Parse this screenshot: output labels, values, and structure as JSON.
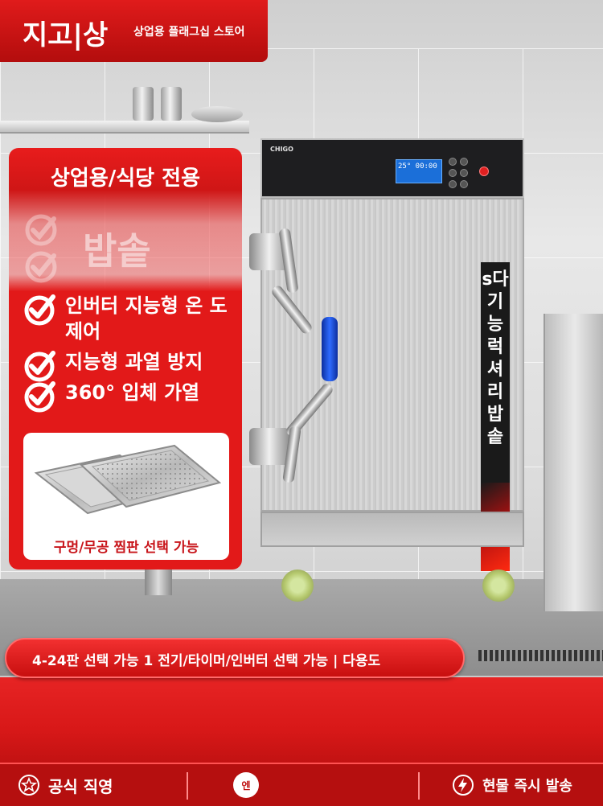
{
  "header": {
    "brand": "지고|상",
    "subtitle": "상업용 플래그십 스토어"
  },
  "appliance": {
    "brand_label": "CHIGO",
    "display_readout": "25° 00:00",
    "vertical_label": "s다기능럭셔리밥솥"
  },
  "card": {
    "headline": "상업용/식당 전용",
    "product_name": "밥솥",
    "features": [
      "인버터 지능형 온 도 제어",
      "지능형 과열 방지",
      "360° 입체 가열"
    ],
    "tray_caption": "구멍/무공 찜판 선택 가능"
  },
  "pill": {
    "text": "4-24판 선택 가능 1 전기/타이머/인버터 선택 가능 | 다용도"
  },
  "footer": {
    "official": "공식 직영",
    "center_badge": "엔",
    "shipping": "현물 즉시 발송"
  },
  "colors": {
    "brand_red": "#e01b1b",
    "dark_red": "#b50f0f",
    "handle_blue": "#2f6bff",
    "white": "#ffffff"
  }
}
